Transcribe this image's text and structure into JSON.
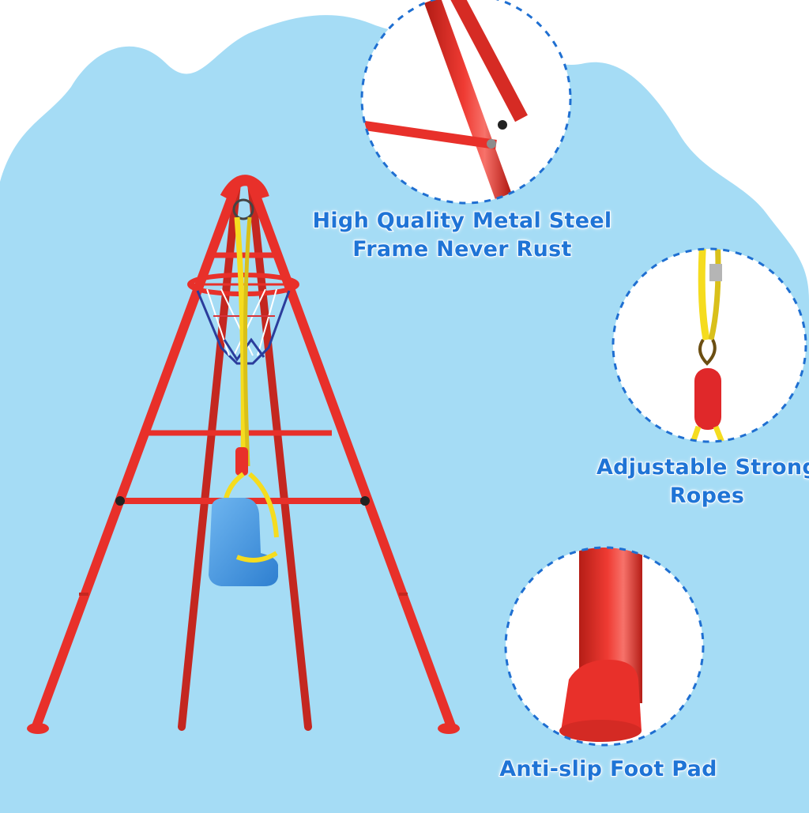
{
  "colors": {
    "background_blob": "#a5dcf5",
    "frame_red": "#e8302a",
    "rope_yellow": "#f5dc1f",
    "seat_blue": "#4a9be0",
    "label_blue": "#1f74d6",
    "circle_border": "#1f6fd1"
  },
  "features": {
    "frame": {
      "line1": "High Quality Metal Steel",
      "line2": "Frame Never Rust",
      "icon": "frame-joint-closeup"
    },
    "ropes": {
      "line1": "Adjustable Strong",
      "line2": "Ropes",
      "icon": "rope-handle-closeup"
    },
    "footpad": {
      "line1": "Anti-slip Foot Pad",
      "icon": "foot-pad-closeup"
    }
  }
}
